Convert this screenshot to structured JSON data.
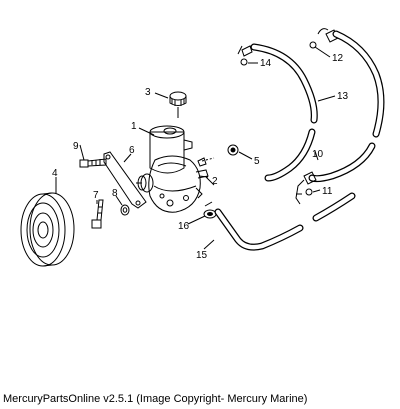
{
  "caption": "MercuryPartsOnline v2.5.1 (Image Copyright- Mercury Marine)",
  "callouts": [
    {
      "id": "1",
      "label": "1"
    },
    {
      "id": "2",
      "label": "2"
    },
    {
      "id": "3",
      "label": "3"
    },
    {
      "id": "4",
      "label": "4"
    },
    {
      "id": "5",
      "label": "5"
    },
    {
      "id": "6",
      "label": "6"
    },
    {
      "id": "7",
      "label": "7"
    },
    {
      "id": "8",
      "label": "8"
    },
    {
      "id": "9",
      "label": "9"
    },
    {
      "id": "10",
      "label": "10"
    },
    {
      "id": "11",
      "label": "11"
    },
    {
      "id": "12",
      "label": "12"
    },
    {
      "id": "13",
      "label": "13"
    },
    {
      "id": "14",
      "label": "14"
    },
    {
      "id": "15",
      "label": "15"
    },
    {
      "id": "16",
      "label": "16"
    }
  ]
}
